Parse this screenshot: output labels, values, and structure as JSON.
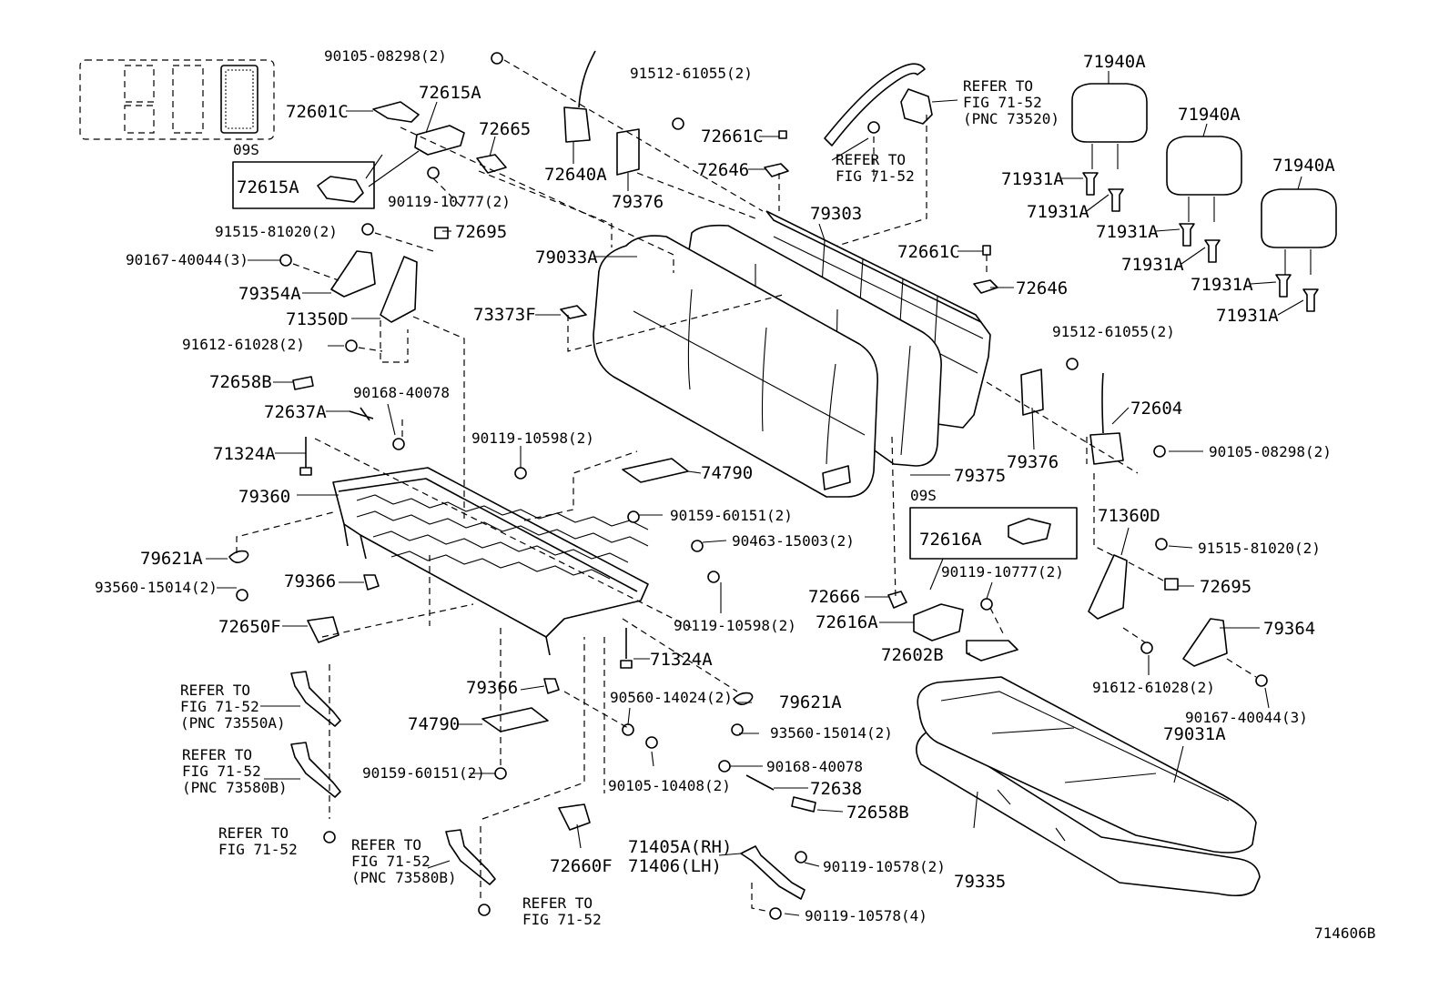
{
  "diagram": {
    "catalog_number": "714606B",
    "variant_tags": [
      "09S",
      "09S"
    ],
    "callouts": {
      "c_90105_08298_top": "90105-08298(2)",
      "c_91512_61055_top": "91512-61055(2)",
      "c_72601C": "72601C",
      "c_72615A_top": "72615A",
      "c_72615A_box": "72615A",
      "c_72665": "72665",
      "c_72640A": "72640A",
      "c_79376_top": "79376",
      "c_72661C_top": "72661C",
      "c_72646_top": "72646",
      "c_90119_10777_left": "90119-10777(2)",
      "c_91515_81020_left": "91515-81020(2)",
      "c_72695_left": "72695",
      "c_90167_40044_left": "90167-40044(3)",
      "c_79354A": "79354A",
      "c_71350D": "71350D",
      "c_91612_61028_left": "91612-61028(2)",
      "c_79033A": "79033A",
      "c_79303": "79303",
      "c_72661C_right": "72661C",
      "c_72646_right": "72646",
      "c_73373F": "73373F",
      "c_91512_61055_right": "91512-61055(2)",
      "c_72658B_left": "72658B",
      "c_90168_40078_left": "90168-40078",
      "c_72637A": "72637A",
      "c_90119_10598_top": "90119-10598(2)",
      "c_71324A_left": "71324A",
      "c_74790_top": "74790",
      "c_79360": "79360",
      "c_90159_60151_top": "90159-60151(2)",
      "c_90463_15003": "90463-15003(2)",
      "c_79621A_left": "79621A",
      "c_93560_15014_left": "93560-15014(2)",
      "c_79366_left": "79366",
      "c_72650F": "72650F",
      "c_90119_10598_mid": "90119-10598(2)",
      "c_71324A_mid": "71324A",
      "c_79366_mid": "79366",
      "c_90560_14024": "90560-14024(2)",
      "c_79621A_mid": "79621A",
      "c_74790_mid": "74790",
      "c_93560_15014_mid": "93560-15014(2)",
      "c_90159_60151_mid": "90159-60151(2)",
      "c_90105_10408": "90105-10408(2)",
      "c_90168_40078_mid": "90168-40078",
      "c_72638": "72638",
      "c_72658B_mid": "72658B",
      "c_72660F": "72660F",
      "c_71405A": "71405A(RH)",
      "c_71406": "71406(LH)",
      "c_90119_10578_a": "90119-10578(2)",
      "c_90119_10578_b": "90119-10578(4)",
      "c_72604": "72604",
      "c_90105_08298_right": "90105-08298(2)",
      "c_79376_right": "79376",
      "c_79375": "79375",
      "c_72616A_box": "72616A",
      "c_90119_10777_right": "90119-10777(2)",
      "c_72666": "72666",
      "c_72616A": "72616A",
      "c_72602B": "72602B",
      "c_71360D": "71360D",
      "c_91515_81020_right": "91515-81020(2)",
      "c_72695_right": "72695",
      "c_79364": "79364",
      "c_91612_61028_right": "91612-61028(2)",
      "c_90167_40044_right": "90167-40044(3)",
      "c_79031A": "79031A",
      "c_79335": "79335",
      "c_71940A_1": "71940A",
      "c_71940A_2": "71940A",
      "c_71940A_3": "71940A",
      "c_71931A_1": "71931A",
      "c_71931A_2": "71931A",
      "c_71931A_3": "71931A",
      "c_71931A_4": "71931A",
      "c_71931A_5": "71931A",
      "c_71931A_6": "71931A"
    },
    "references": {
      "ref_belt_top": [
        "REFER TO",
        "FIG 71-52",
        "(PNC 73520)"
      ],
      "ref_belt_top2": [
        "REFER TO",
        "FIG 71-52"
      ],
      "ref_left_1": [
        "REFER TO",
        "FIG 71-52",
        "(PNC 73550A)"
      ],
      "ref_left_2": [
        "REFER TO",
        "FIG 71-52",
        "(PNC 73580B)"
      ],
      "ref_left_3": [
        "REFER TO",
        "FIG 71-52"
      ],
      "ref_mid_1": [
        "REFER TO",
        "FIG 71-52",
        "(PNC 73580B)"
      ],
      "ref_mid_2": [
        "REFER TO",
        "FIG 71-52"
      ]
    }
  }
}
